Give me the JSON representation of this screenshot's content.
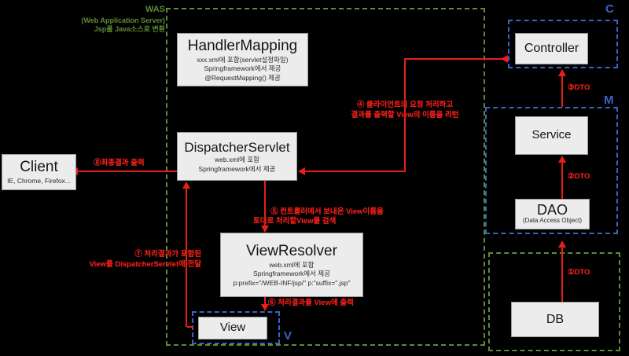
{
  "colors": {
    "background": "#000000",
    "frame_green": "#5d8c35",
    "frame_blue": "#3b63c4",
    "arrow_red": "#e81f17",
    "node_fill": "#ececec"
  },
  "was": {
    "title": "WAS",
    "subtitle": "(Web Application Server)",
    "note": "Jsp를 Java소스로 변환"
  },
  "nodes": {
    "handler_mapping": {
      "title": "HandlerMapping",
      "line1": "xxx.xml에 포함(servlet설정파일)",
      "line2": "Springframework에서 제공",
      "line3": "@RequestMapping() 제공"
    },
    "dispatcher_servlet": {
      "title": "DispatcherServlet",
      "line1": "web.xml에 포함",
      "line2": "Springframework에서 제공"
    },
    "view_resolver": {
      "title": "ViewResolver",
      "line1": "web.xml에 포함",
      "line2": "Springframework에서 제공",
      "line3": "p:prefix=\"/WEB-INF/jsp/\" p:\"suffix=\".jsp\""
    },
    "view": {
      "title": "View"
    },
    "client": {
      "title": "Client",
      "line1": "IE, Chrome, Firefox..."
    },
    "controller": {
      "title": "Controller"
    },
    "service": {
      "title": "Service"
    },
    "dao": {
      "title": "DAO",
      "line1": "(Data Access Object)"
    },
    "db": {
      "title": "DB"
    }
  },
  "mvc": {
    "c": "C",
    "m": "M",
    "v": "V"
  },
  "steps": {
    "s4a": "④ 클라이언트의 요청 처리하고",
    "s4b": "결과를 출력할 View의 이름을 리턴",
    "s5a": "⑤ 컨트롤러에서 보내온 View이름을",
    "s5b": "토대로 처리할View를 검색",
    "s6": "⑥ 처리결과를 View에 출력",
    "s7a": "⑦ 처리결과가 포함된",
    "s7b": "View를 DispatcherServlet에 전달",
    "s8": "⑧최종결과 출력",
    "dto1": "①DTO",
    "dto2": "②DTO",
    "dto3": "③DTO"
  }
}
